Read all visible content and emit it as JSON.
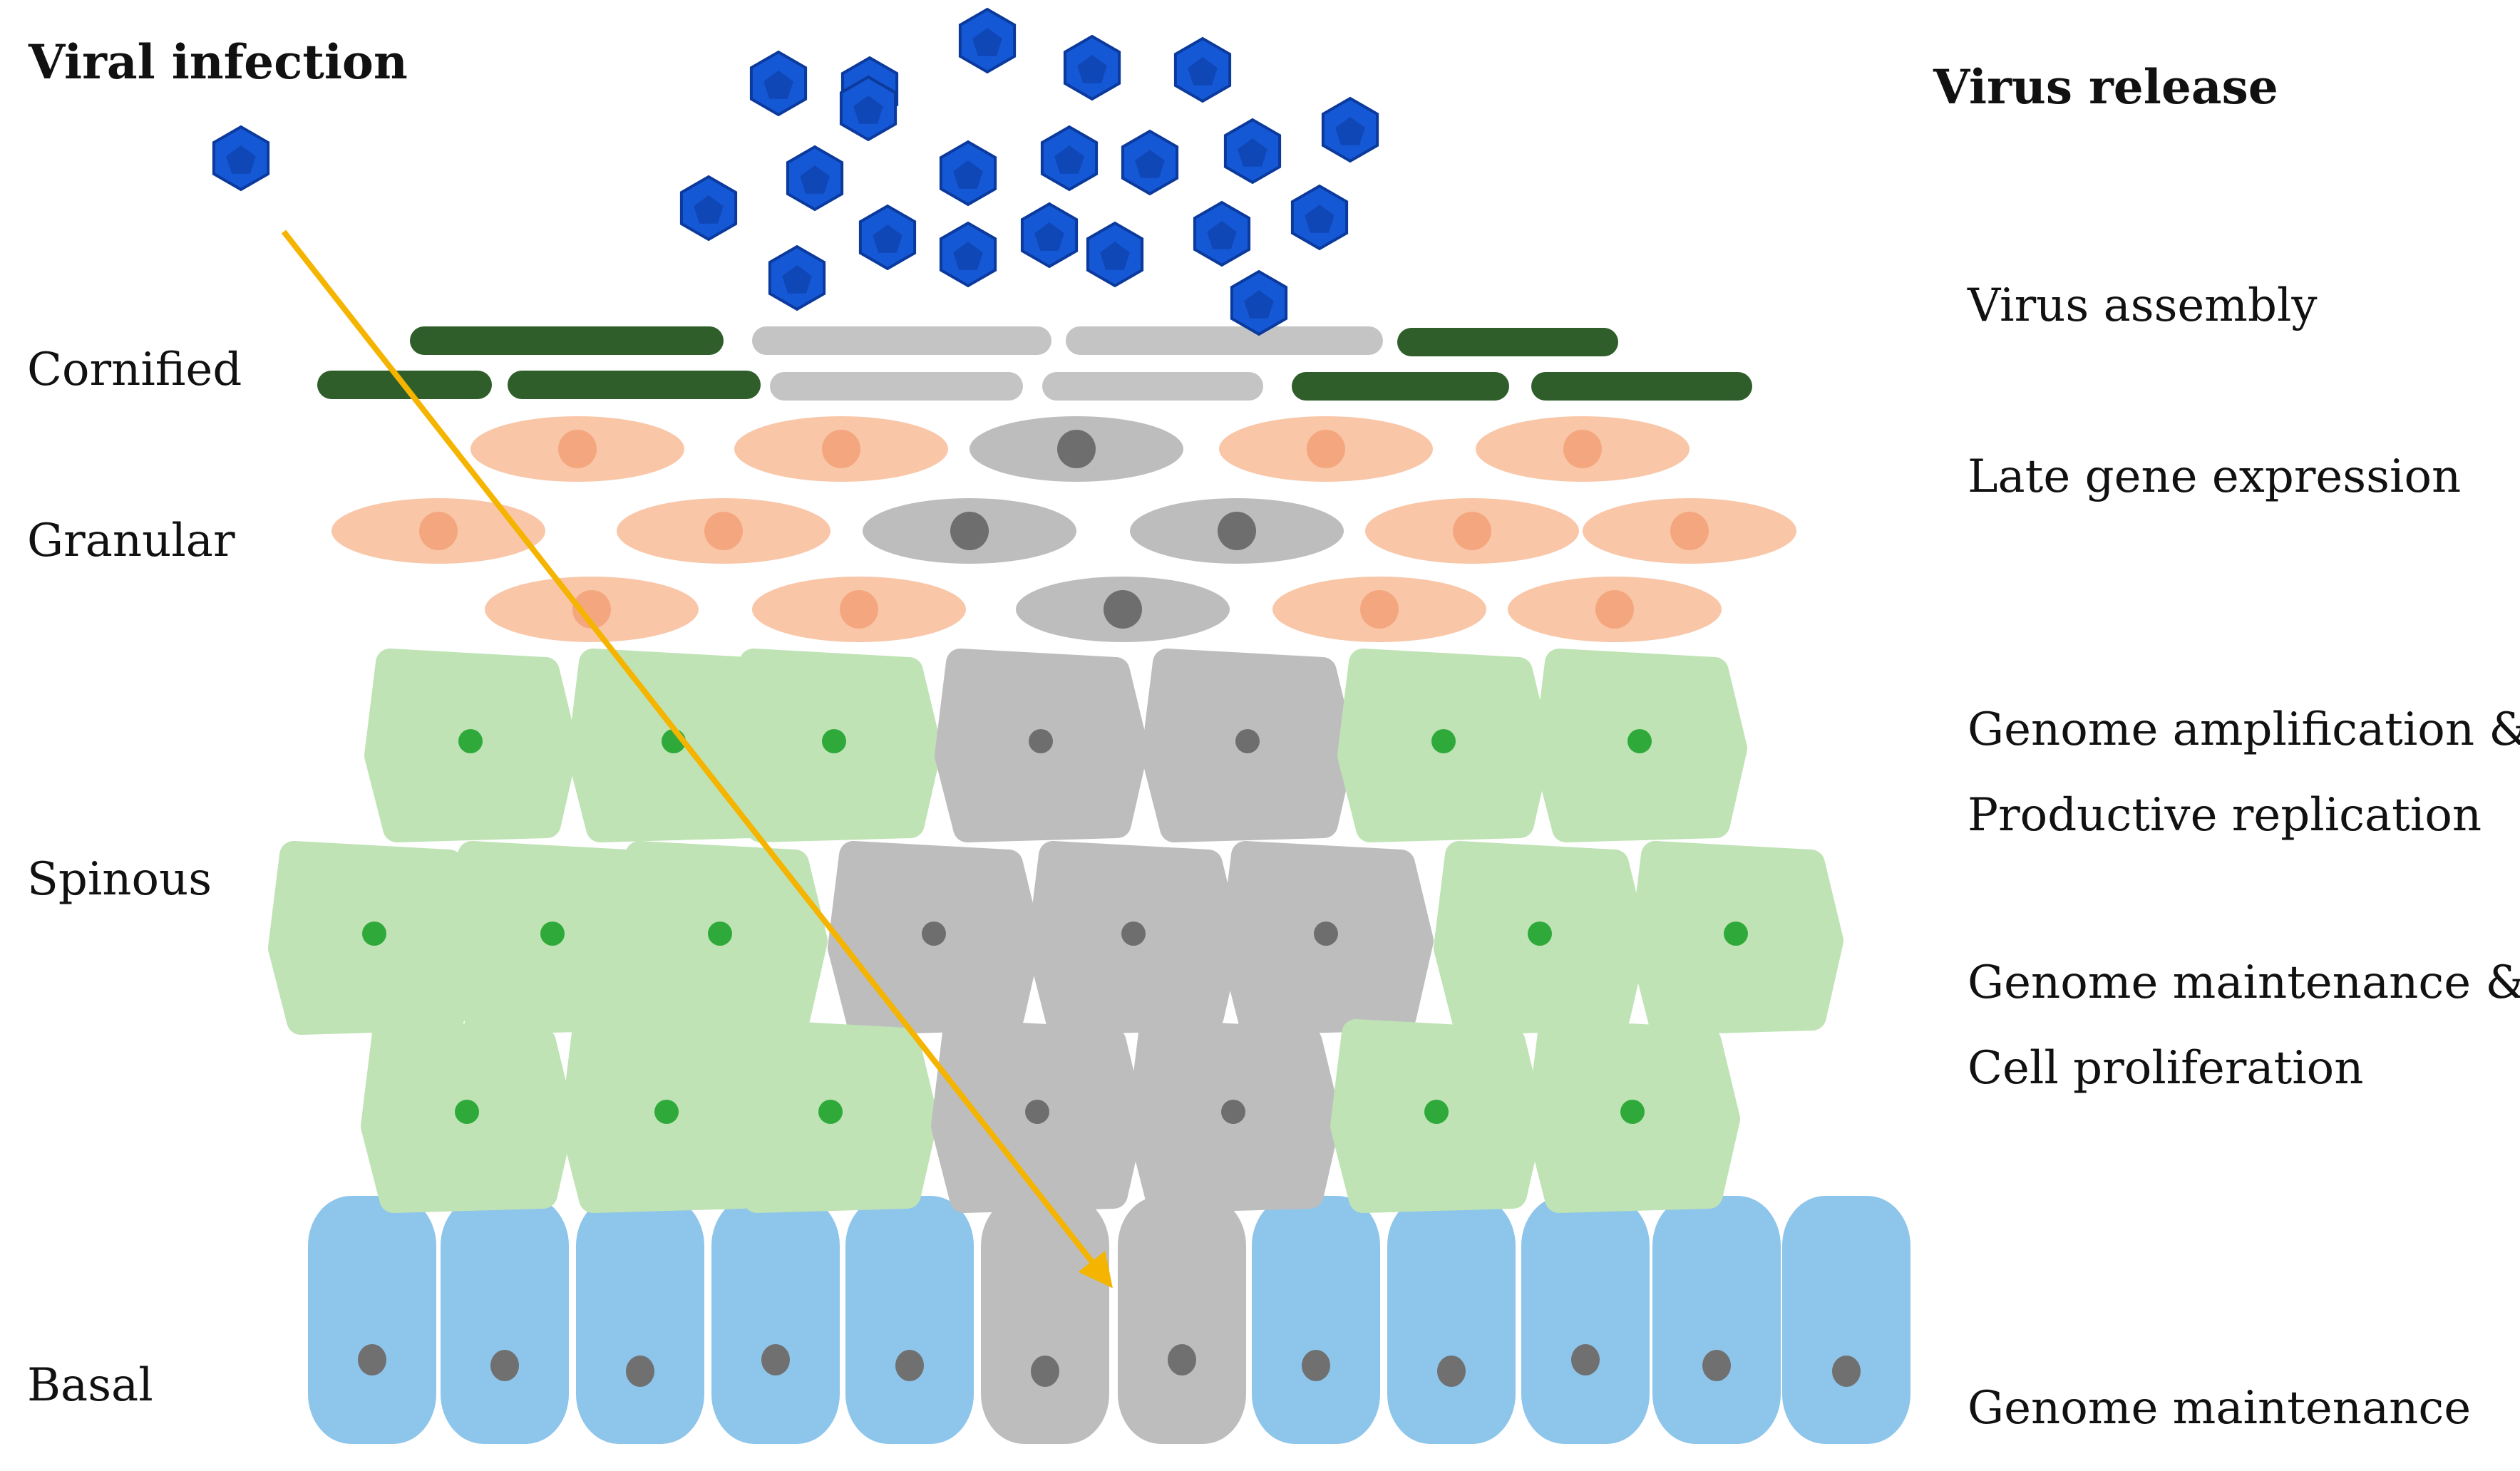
{
  "labels": {
    "viral_infection": "Viral infection",
    "virus_release": "Virus release"
  },
  "layers": {
    "cornified": "Cornified",
    "granular": "Granular",
    "spinous": "Spinous",
    "basal": "Basal"
  },
  "stages": {
    "virus_assembly": "Virus assembly",
    "late_gene_expression": "Late gene expression",
    "genome_amplification_1": "Genome amplification &",
    "genome_amplification_2": "Productive replication",
    "genome_maintenance_prolif_1": "Genome maintenance &",
    "genome_maintenance_prolif_2": "Cell proliferation",
    "genome_maintenance": "Genome maintenance"
  },
  "colors": {
    "virus": "#1558d6",
    "virus_dark": "#0b3a9c",
    "arrow": "#f5b400",
    "cornified_healthy": "#2f5e2a",
    "cornified_infected": "#c4c4c4",
    "granular_cell": "#f9c6a8",
    "granular_nucleus": "#f4a77f",
    "spinous_cell": "#bfe3b5",
    "spinous_nucleus": "#2faa3a",
    "basal_cell": "#8ec5ea",
    "basal_nucleus": "#707070",
    "infected_cell": "#bdbdbd",
    "infected_nucleus": "#6e6e6e"
  }
}
